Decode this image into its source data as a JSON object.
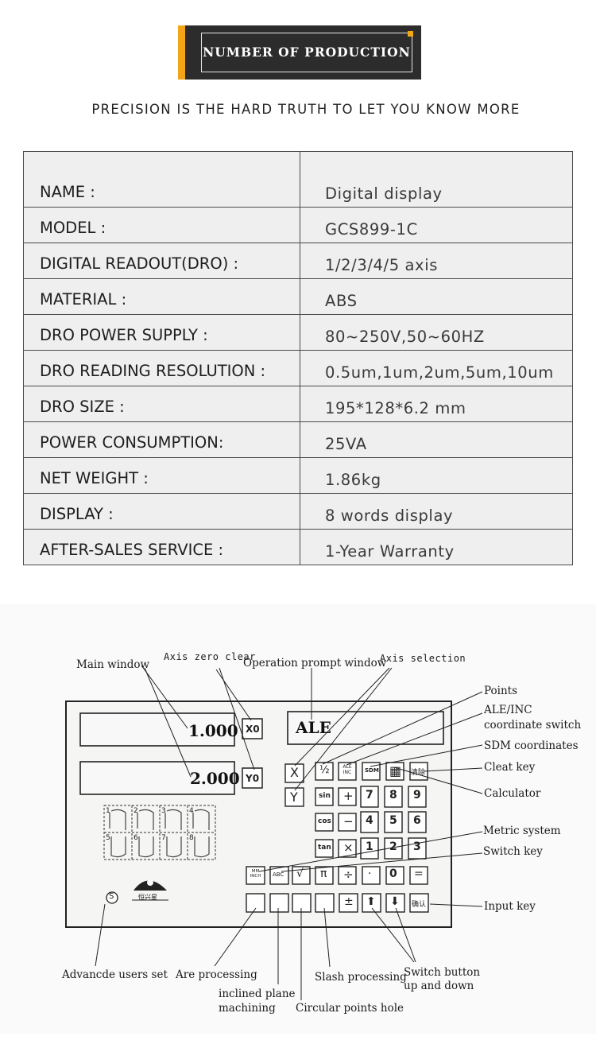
{
  "header": {
    "title": "NUMBER OF PRODUCTION",
    "tagline": "PRECISION IS THE HARD TRUTH TO LET YOU KNOW MORE",
    "accent_color": "#f2a516"
  },
  "specs": [
    {
      "key": "NAME :",
      "value": "Digital display"
    },
    {
      "key": "MODEL :",
      "value": "GCS899-1C"
    },
    {
      "key": "DIGITAL READOUT(DRO) :",
      "value": "1/2/3/4/5 axis"
    },
    {
      "key": "MATERIAL :",
      "value": "ABS"
    },
    {
      "key": "DRO POWER SUPPLY :",
      "value": "80~250V,50~60HZ"
    },
    {
      "key": "DRO READING RESOLUTION :",
      "value": "0.5um,1um,2um,5um,10um"
    },
    {
      "key": "DRO SIZE :",
      "value": "195*128*6.2 mm"
    },
    {
      "key": "POWER CONSUMPTION:",
      "value": "25VA"
    },
    {
      "key": "NET WEIGHT :",
      "value": "1.86kg"
    },
    {
      "key": "DISPLAY :",
      "value": "8 words display"
    },
    {
      "key": "AFTER-SALES SERVICE :",
      "value": "1-Year Warranty"
    }
  ],
  "diagram": {
    "readout_x": "1.000",
    "readout_y": "2.000",
    "prompt_text": "ALE",
    "key_x0": "X0",
    "key_y0": "Y0",
    "labels": {
      "main_window": "Main window",
      "axis_zero_clear": "Axis zero clear",
      "operation_prompt_window": "Operation prompt window",
      "axis_selection": "Axis selection",
      "points": "Points",
      "ale_inc_1": "ALE/INC",
      "ale_inc_2": "coordinate switch",
      "sdm_coordinates": "SDM coordinates",
      "cleat_key": "Cleat key",
      "calculator": "Calculator",
      "metric_system": "Metric system",
      "switch_key": "Switch key",
      "input_key": "Input key",
      "advanced_users_set": "Advancde users set",
      "arc_processing": "Are processing",
      "inclined_plane_1": "inclined plane",
      "inclined_plane_2": "machining",
      "slash_processing": "Slash processing",
      "circular_points_hole": "Circular points hole",
      "switch_button_1": "Switch button",
      "switch_button_2": "up and down"
    },
    "keys": {
      "x": "X",
      "y": "Y",
      "half": "½",
      "aleinc": "ALE INC",
      "sdm": "SDM",
      "calc": "▦",
      "clear": "清除",
      "sin": "sin",
      "cos": "cos",
      "tan": "tan",
      "plus": "+",
      "minus": "−",
      "times": "×",
      "div": "÷",
      "n7": "7",
      "n8": "8",
      "n9": "9",
      "n4": "4",
      "n5": "5",
      "n6": "6",
      "n1": "1",
      "n2": "2",
      "n3": "3",
      "mminch": "MM INCH",
      "abc": "ABC",
      "sqrt": "√",
      "pi": "π",
      "dot": "·",
      "n0": "0",
      "eq": "=",
      "pm": "±",
      "up": "⬆",
      "down": "⬇",
      "enter": "确认"
    },
    "badge_s": "S",
    "logo_text": "恒兴星",
    "segments": [
      "1",
      "2",
      "3",
      "4",
      "5",
      "6",
      "7",
      "8"
    ]
  }
}
